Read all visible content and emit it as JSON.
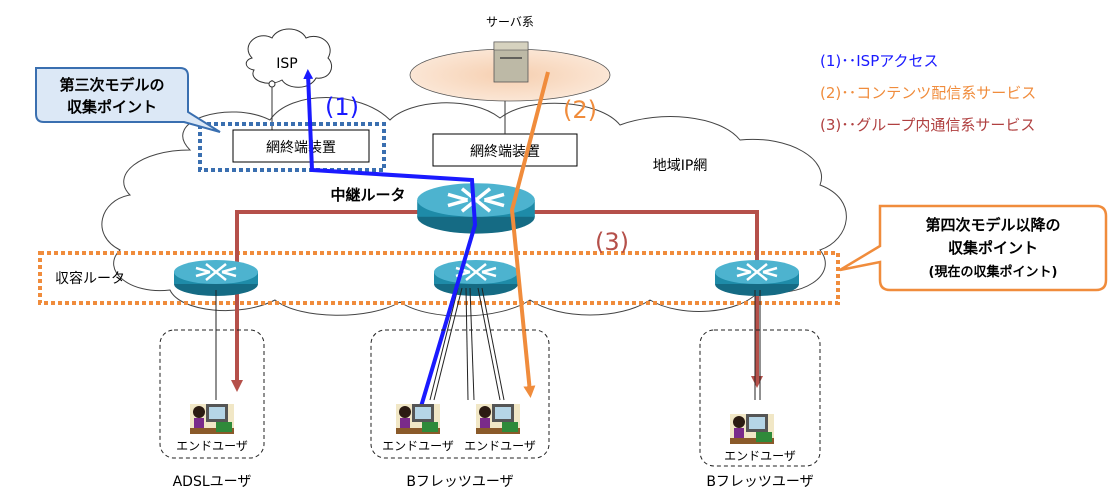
{
  "network": {
    "isp_label": "ISP",
    "server_label": "サーバ系",
    "nte_label_left": "網終端装置",
    "nte_label_right": "網終端装置",
    "regional_ip_network": "地域IP網",
    "relay_router": "中継ルータ",
    "access_router": "収容ルータ"
  },
  "paths": {
    "p1": "(1)",
    "p2": "(2)",
    "p3": "(3)"
  },
  "legend": {
    "items": [
      {
        "text": "(1)･･ISPアクセス",
        "color": "#1a1aff"
      },
      {
        "text": "(2)･･コンテンツ配信系サービス",
        "color": "#f08c3c"
      },
      {
        "text": "(3)･･グループ内通信系サービス",
        "color": "#b04040"
      }
    ]
  },
  "callouts": {
    "third_model": {
      "line1": "第三次モデルの",
      "line2": "収集ポイント"
    },
    "fourth_model": {
      "line1": "第四次モデル以降の",
      "line2": "収集ポイント",
      "line3": "(現在の収集ポイント)"
    }
  },
  "users": {
    "end_user": "エンドユーザ",
    "group_adsl": "ADSLユーザ",
    "group_bflets_center": "Bフレッツユーザ",
    "group_bflets_right": "Bフレッツユーザ"
  },
  "colors": {
    "blue_path": "#1a1aff",
    "orange_path": "#f08c3c",
    "red_path": "#b5504a",
    "router_teal": "#1e8ba8",
    "dotted_blue": "#3a6fb0",
    "dotted_orange": "#f08c3c",
    "callout_fill": "#dce8f6"
  }
}
